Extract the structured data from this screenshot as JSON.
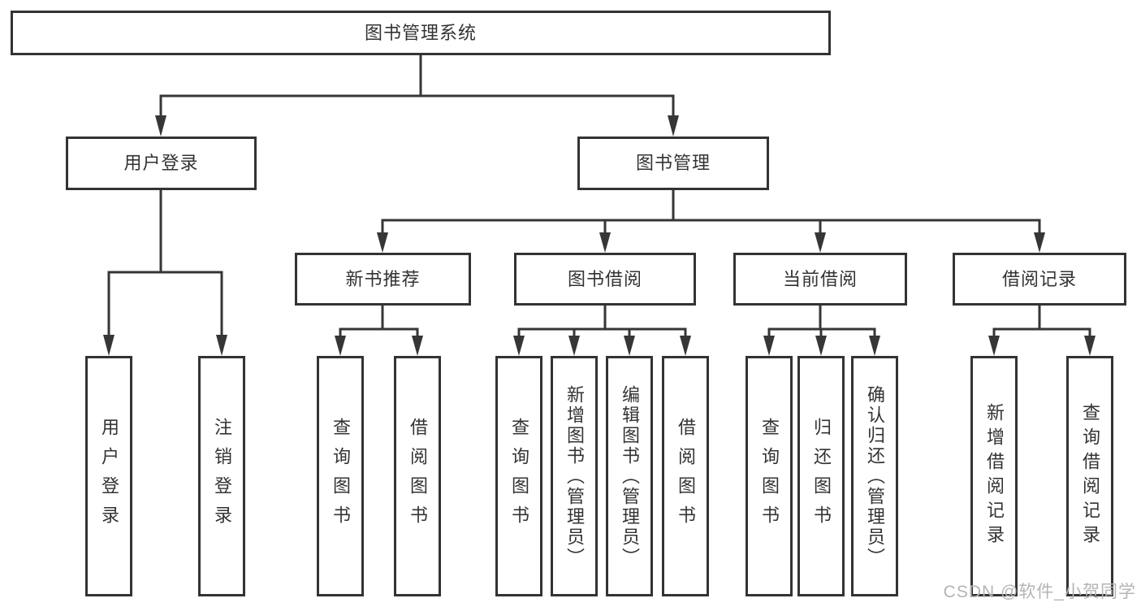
{
  "diagram": {
    "root": {
      "label": "图书管理系统"
    },
    "branches": [
      {
        "label": "用户登录",
        "children": [
          {
            "label": "用户登录"
          },
          {
            "label": "注销登录"
          }
        ]
      },
      {
        "label": "图书管理",
        "sections": [
          {
            "label": "新书推荐",
            "children": [
              {
                "label": "查询图书"
              },
              {
                "label": "借阅图书"
              }
            ]
          },
          {
            "label": "图书借阅",
            "children": [
              {
                "label": "查询图书"
              },
              {
                "label": "新增图书（管理员）"
              },
              {
                "label": "编辑图书（管理员）"
              },
              {
                "label": "借阅图书"
              }
            ]
          },
          {
            "label": "当前借阅",
            "children": [
              {
                "label": "查询图书"
              },
              {
                "label": "归还图书"
              },
              {
                "label": "确认归还（管理员）"
              }
            ]
          },
          {
            "label": "借阅记录",
            "children": [
              {
                "label": "新增借阅记录"
              },
              {
                "label": "查询借阅记录"
              }
            ]
          }
        ]
      }
    ]
  },
  "watermark": {
    "text": "CSDN @软件_小贺同学"
  },
  "colors": {
    "line": "#363636",
    "box_border": "#333333",
    "text": "#333333",
    "watermark_text": "#b4b4b4",
    "background": "#ffffff"
  }
}
